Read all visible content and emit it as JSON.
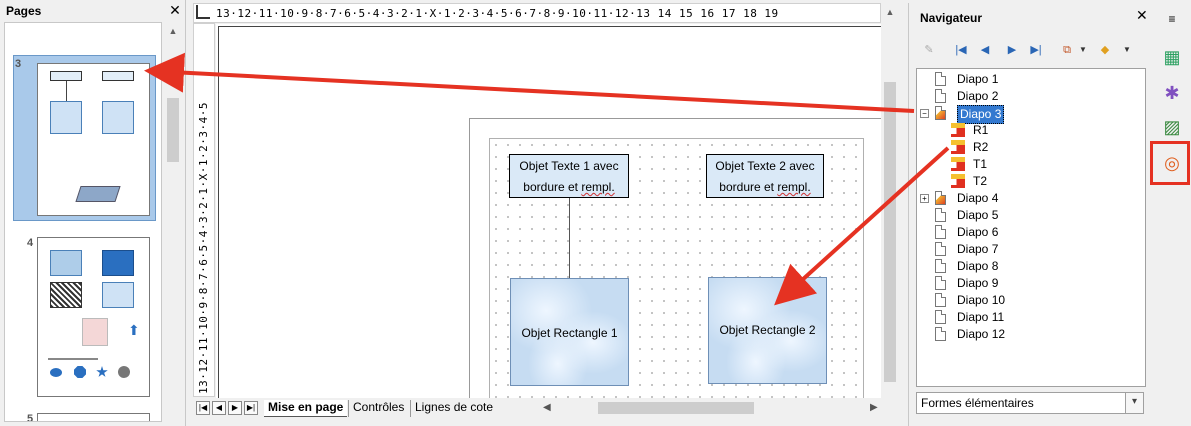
{
  "pages_panel": {
    "title": "Pages",
    "close_icon": "close-icon",
    "pages": [
      {
        "number": "3",
        "selected": true
      },
      {
        "number": "4",
        "selected": false
      },
      {
        "number": "5",
        "selected": false
      }
    ]
  },
  "ruler": {
    "top_text": "13·12·11·10·9·8·7·6·5·4·3·2·1·X·1·2·3·4·5·6·7·8·9·10·11·12·13 14 15 16 17 18 19",
    "left_text": "13·12·11·10·9·8·7·6·5·4·3·2·1·X·1·2·3·4·5"
  },
  "slide": {
    "text1_line1": "Objet Texte 1 avec",
    "text1_line2_a": "bordure et ",
    "text1_line2_b": "rempl.",
    "text2_line1": "Objet Texte 2 avec",
    "text2_line2_a": "bordure et ",
    "text2_line2_b": "rempl.",
    "rect1": "Objet Rectangle 1",
    "rect2": "Objet Rectangle 2"
  },
  "tabs": {
    "layout": "Mise en page",
    "controls": "Contrôles",
    "dimension_lines": "Lignes de cote"
  },
  "navigator": {
    "title": "Navigateur",
    "items": [
      {
        "label": "Diapo 1",
        "kind": "slide"
      },
      {
        "label": "Diapo 2",
        "kind": "slide"
      },
      {
        "label": "Diapo 3",
        "kind": "slide-shapes",
        "expanded": true,
        "selected": true
      },
      {
        "label": "R1",
        "kind": "shape"
      },
      {
        "label": "R2",
        "kind": "shape"
      },
      {
        "label": "T1",
        "kind": "shape"
      },
      {
        "label": "T2",
        "kind": "shape"
      },
      {
        "label": "Diapo 4",
        "kind": "slide-shapes",
        "expanded": false
      },
      {
        "label": "Diapo 5",
        "kind": "slide"
      },
      {
        "label": "Diapo 6",
        "kind": "slide"
      },
      {
        "label": "Diapo 7",
        "kind": "slide"
      },
      {
        "label": "Diapo 8",
        "kind": "slide"
      },
      {
        "label": "Diapo 9",
        "kind": "slide"
      },
      {
        "label": "Diapo 10",
        "kind": "slide"
      },
      {
        "label": "Diapo 11",
        "kind": "slide"
      },
      {
        "label": "Diapo 12",
        "kind": "slide"
      }
    ],
    "dropdown_value": "Formes élémentaires"
  },
  "sidebar_icons": [
    "properties-icon",
    "slide-transition-icon",
    "animation-icon",
    "gallery-icon",
    "navigator-icon"
  ],
  "colors": {
    "selection": "#3379d0",
    "annotation_arrow": "#e53222",
    "shape_fill": "#c6dcf2"
  }
}
